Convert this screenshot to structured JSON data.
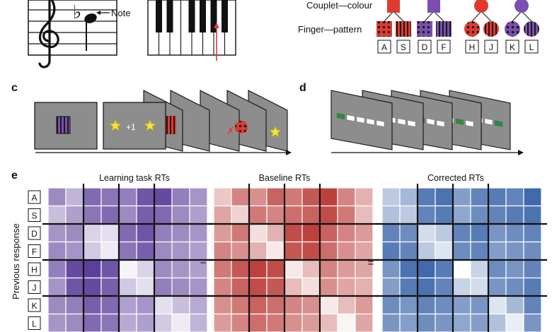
{
  "panel_labels": {
    "c": "c",
    "d": "d",
    "e": "e"
  },
  "panel_a": {
    "note_label": "Note",
    "flat_symbol": "♭"
  },
  "panel_b": {
    "couplet_label": "Couplet—colour",
    "finger_label": "Finger—pattern",
    "keys": [
      "A",
      "S",
      "D",
      "F",
      "H",
      "J",
      "K",
      "L"
    ],
    "colors": {
      "red": "#e03a2f",
      "purple": "#7b4fb0"
    }
  },
  "panel_c": {
    "feedback_text": "+1"
  },
  "panel_e": {
    "titles": [
      "Learning task RTs",
      "Baseline RTs",
      "Corrected RTs"
    ],
    "y_axis_label": "Previous response",
    "row_labels": [
      "A",
      "S",
      "D",
      "F",
      "H",
      "J",
      "K",
      "L"
    ],
    "operators": [
      "−",
      "="
    ]
  },
  "chart_data": [
    {
      "type": "heatmap",
      "title": "Learning task RTs",
      "ylabel": "Previous response",
      "y_categories": [
        "A",
        "S",
        "D",
        "F",
        "H",
        "J",
        "K",
        "L"
      ],
      "color": "#4b2a8f",
      "values": [
        [
          0.55,
          0.35,
          0.7,
          0.65,
          0.6,
          0.8,
          0.85,
          0.6,
          0.5
        ],
        [
          0.3,
          0.45,
          0.65,
          0.7,
          0.55,
          0.75,
          0.7,
          0.55,
          0.45
        ],
        [
          0.5,
          0.55,
          0.2,
          0.15,
          0.7,
          0.8,
          0.6,
          0.55,
          0.5
        ],
        [
          0.55,
          0.5,
          0.25,
          0.1,
          0.65,
          0.75,
          0.55,
          0.5,
          0.45
        ],
        [
          0.6,
          0.85,
          0.9,
          0.8,
          0.05,
          0.2,
          0.55,
          0.5,
          0.45
        ],
        [
          0.5,
          0.8,
          0.85,
          0.75,
          0.25,
          0.15,
          0.6,
          0.55,
          0.5
        ],
        [
          0.55,
          0.6,
          0.75,
          0.7,
          0.45,
          0.5,
          0.15,
          0.3,
          0.4
        ],
        [
          0.5,
          0.55,
          0.7,
          0.65,
          0.4,
          0.45,
          0.25,
          0.1,
          0.35
        ]
      ]
    },
    {
      "type": "heatmap",
      "title": "Baseline RTs",
      "y_categories": [
        "A",
        "S",
        "D",
        "F",
        "H",
        "J",
        "K",
        "L"
      ],
      "color": "#b0201c",
      "values": [
        [
          0.25,
          0.55,
          0.5,
          0.7,
          0.6,
          0.75,
          0.85,
          0.55,
          0.35
        ],
        [
          0.4,
          0.2,
          0.6,
          0.55,
          0.65,
          0.7,
          0.8,
          0.6,
          0.3
        ],
        [
          0.45,
          0.6,
          0.15,
          0.35,
          0.8,
          0.85,
          0.7,
          0.55,
          0.45
        ],
        [
          0.55,
          0.5,
          0.35,
          0.1,
          0.75,
          0.8,
          0.65,
          0.5,
          0.4
        ],
        [
          0.6,
          0.75,
          0.85,
          0.8,
          0.1,
          0.3,
          0.55,
          0.45,
          0.4
        ],
        [
          0.55,
          0.7,
          0.8,
          0.75,
          0.3,
          0.15,
          0.5,
          0.4,
          0.35
        ],
        [
          0.5,
          0.6,
          0.7,
          0.65,
          0.55,
          0.5,
          0.1,
          0.3,
          0.45
        ],
        [
          0.45,
          0.55,
          0.65,
          0.6,
          0.5,
          0.45,
          0.3,
          0.05,
          0.4
        ]
      ]
    },
    {
      "type": "heatmap",
      "title": "Corrected RTs",
      "y_categories": [
        "A",
        "S",
        "D",
        "F",
        "H",
        "J",
        "K",
        "L"
      ],
      "color": "#1f4f9c",
      "values": [
        [
          0.3,
          0.4,
          0.75,
          0.8,
          0.55,
          0.7,
          0.75,
          0.7,
          0.85
        ],
        [
          0.35,
          0.3,
          0.7,
          0.75,
          0.5,
          0.65,
          0.7,
          0.75,
          0.8
        ],
        [
          0.7,
          0.65,
          0.2,
          0.3,
          0.7,
          0.75,
          0.6,
          0.65,
          0.7
        ],
        [
          0.75,
          0.7,
          0.3,
          0.15,
          0.65,
          0.7,
          0.55,
          0.6,
          0.65
        ],
        [
          0.6,
          0.8,
          0.85,
          0.75,
          0.0,
          0.25,
          0.65,
          0.6,
          0.7
        ],
        [
          0.55,
          0.75,
          0.8,
          0.7,
          0.25,
          0.2,
          0.6,
          0.65,
          0.75
        ],
        [
          0.65,
          0.6,
          0.7,
          0.65,
          0.55,
          0.6,
          0.15,
          0.4,
          0.7
        ],
        [
          0.6,
          0.55,
          0.65,
          0.6,
          0.5,
          0.55,
          0.35,
          0.1,
          0.6
        ]
      ]
    }
  ]
}
